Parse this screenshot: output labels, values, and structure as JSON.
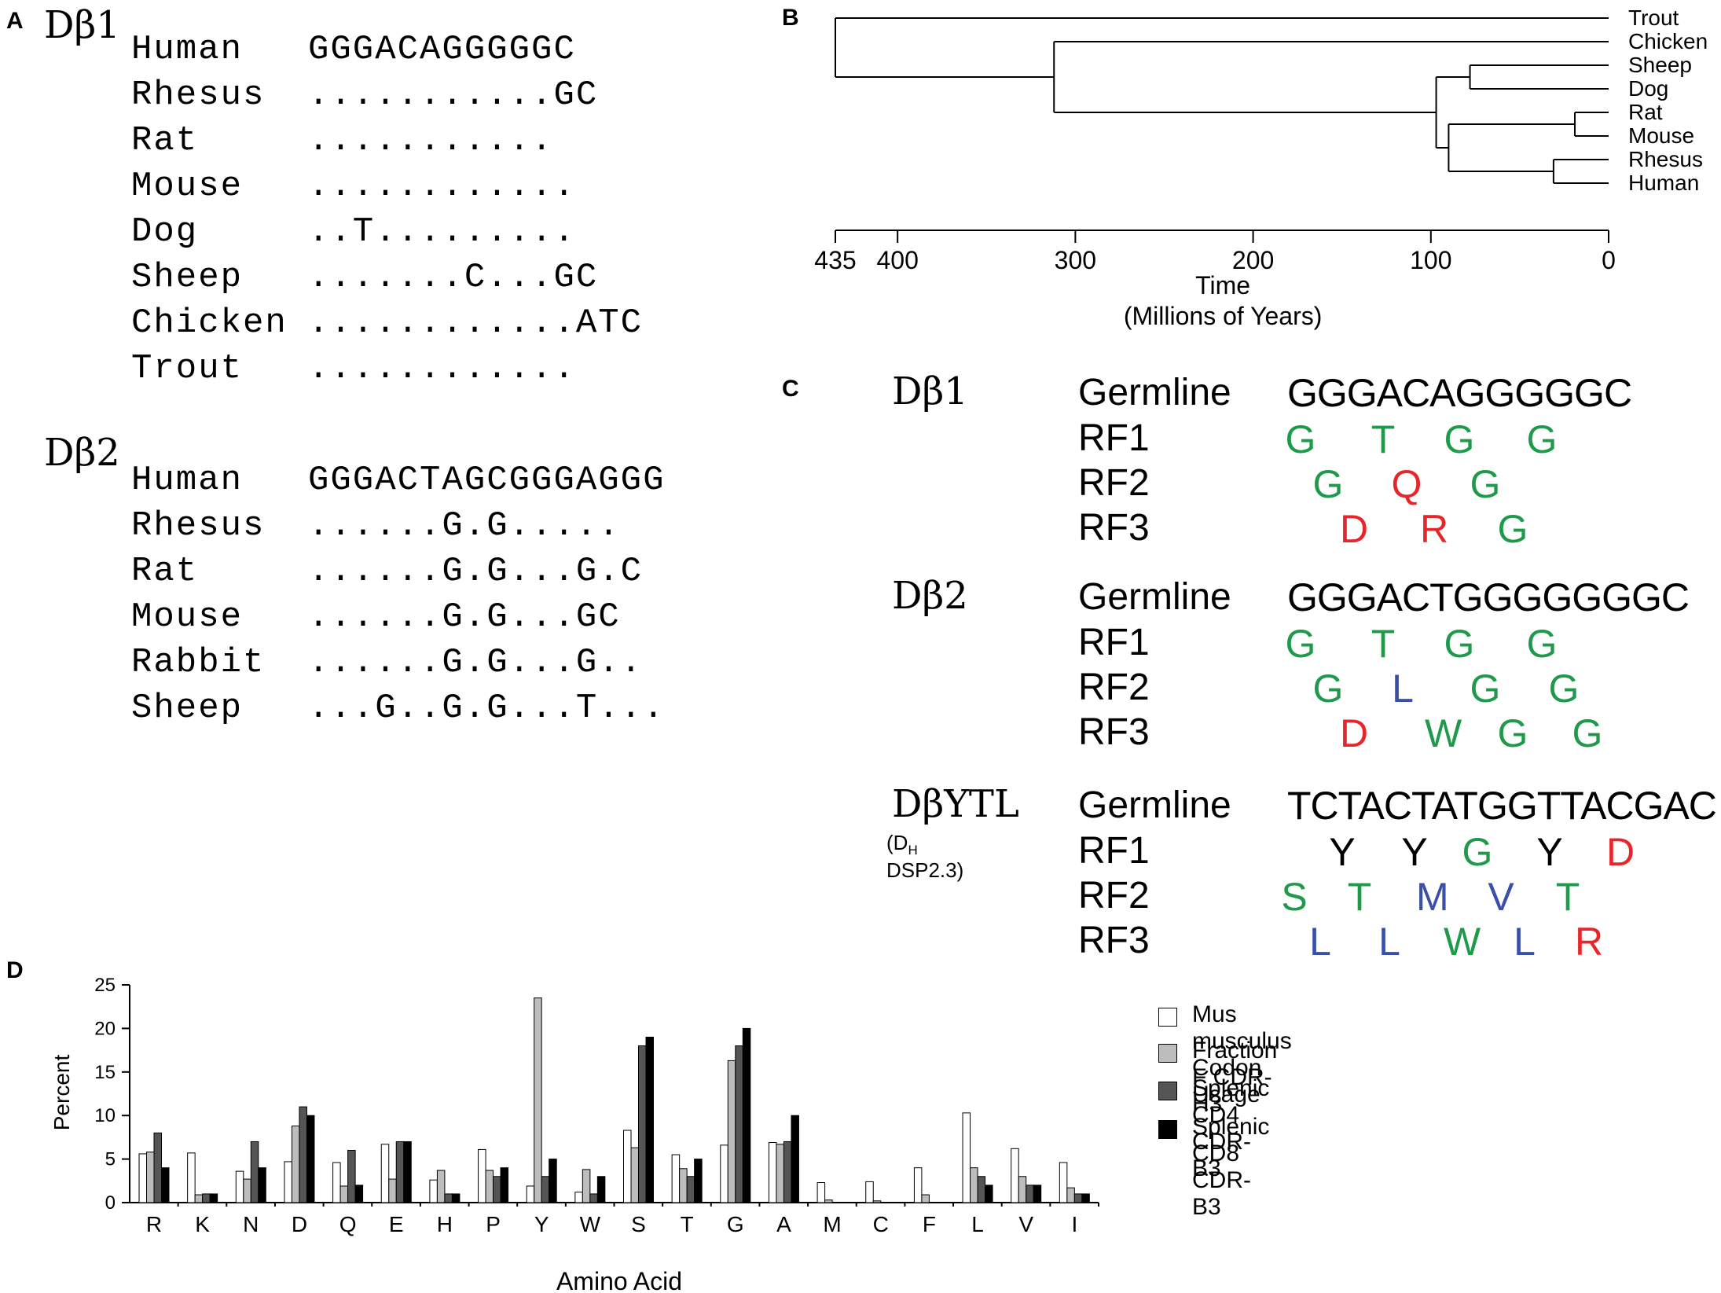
{
  "panel_a": {
    "label": "A",
    "db1": {
      "title": "Dβ1",
      "rows": [
        {
          "species": "Human",
          "seq": "GGGACAGGGGGC"
        },
        {
          "species": "Rhesus",
          "seq": "...........GC"
        },
        {
          "species": "Rat",
          "seq": "..........."
        },
        {
          "species": "Mouse",
          "seq": "............"
        },
        {
          "species": "Dog",
          "seq": "..T........."
        },
        {
          "species": "Sheep",
          "seq": ".......C...GC"
        },
        {
          "species": "Chicken",
          "seq": "............ATC"
        },
        {
          "species": "Trout",
          "seq": "............"
        }
      ]
    },
    "db2": {
      "title": "Dβ2",
      "rows": [
        {
          "species": "Human",
          "seq": "GGGACTAGCGGGAGGG"
        },
        {
          "species": "Rhesus",
          "seq": "......G.G....."
        },
        {
          "species": "Rat",
          "seq": "......G.G...G.C"
        },
        {
          "species": "Mouse",
          "seq": "......G.G...GC"
        },
        {
          "species": "Rabbit",
          "seq": "......G.G...G.."
        },
        {
          "species": "Sheep",
          "seq": "...G..G.G...T..."
        }
      ]
    }
  },
  "panel_b": {
    "label": "B",
    "taxa": [
      "Trout",
      "Chicken",
      "Sheep",
      "Dog",
      "Rat",
      "Mouse",
      "Rhesus",
      "Human"
    ],
    "axis_ticks": [
      "435",
      "400",
      "300",
      "200",
      "100",
      "0"
    ],
    "axis_title": "Time",
    "axis_subtitle": "(Millions of Years)",
    "divergence_mya": {
      "root": 435,
      "chicken_mammals": 312,
      "mammals": 97,
      "sheep_dog": 78,
      "rodents_primates": 90,
      "rat_mouse": 19,
      "rhesus_human": 31
    }
  },
  "panel_c": {
    "label": "C",
    "groups": [
      {
        "name": "Dβ1",
        "subname": "",
        "germline_label": "Germline",
        "germline": "GGGACAGGGGGC",
        "frames": [
          {
            "label": "RF1",
            "aas": [
              {
                "aa": "G",
                "c": "green"
              },
              {
                "aa": "T",
                "c": "green"
              },
              {
                "aa": "G",
                "c": "green"
              },
              {
                "aa": "G",
                "c": "green"
              }
            ]
          },
          {
            "label": "RF2",
            "aas": [
              {
                "aa": "G",
                "c": "green"
              },
              {
                "aa": "Q",
                "c": "red"
              },
              {
                "aa": "G",
                "c": "green"
              }
            ]
          },
          {
            "label": "RF3",
            "aas": [
              {
                "aa": "D",
                "c": "red"
              },
              {
                "aa": "R",
                "c": "red"
              },
              {
                "aa": "G",
                "c": "green"
              }
            ]
          }
        ]
      },
      {
        "name": "Dβ2",
        "subname": "",
        "germline_label": "Germline",
        "germline": "GGGACTGGGGGGGC",
        "frames": [
          {
            "label": "RF1",
            "aas": [
              {
                "aa": "G",
                "c": "green"
              },
              {
                "aa": "T",
                "c": "green"
              },
              {
                "aa": "G",
                "c": "green"
              },
              {
                "aa": "G",
                "c": "green"
              }
            ]
          },
          {
            "label": "RF2",
            "aas": [
              {
                "aa": "G",
                "c": "green"
              },
              {
                "aa": "L",
                "c": "blue"
              },
              {
                "aa": "G",
                "c": "green"
              },
              {
                "aa": "G",
                "c": "green"
              }
            ]
          },
          {
            "label": "RF3",
            "aas": [
              {
                "aa": "D",
                "c": "red"
              },
              {
                "aa": "W",
                "c": "green"
              },
              {
                "aa": "G",
                "c": "green"
              },
              {
                "aa": "G",
                "c": "green"
              }
            ]
          }
        ]
      },
      {
        "name": "DβYTL",
        "subname_main": "(D",
        "subname_sub": "H",
        "subname_rest": " DSP2.3)",
        "germline_label": "Germline",
        "germline": "TCTACTATGGTTACGAC",
        "frames": [
          {
            "label": "RF1",
            "aas": [
              {
                "aa": "Y",
                "c": "black"
              },
              {
                "aa": "Y",
                "c": "black"
              },
              {
                "aa": "G",
                "c": "green"
              },
              {
                "aa": "Y",
                "c": "black"
              },
              {
                "aa": "D",
                "c": "red"
              }
            ]
          },
          {
            "label": "RF2",
            "aas": [
              {
                "aa": "S",
                "c": "green"
              },
              {
                "aa": "T",
                "c": "green"
              },
              {
                "aa": "M",
                "c": "blue"
              },
              {
                "aa": "V",
                "c": "blue"
              },
              {
                "aa": "T",
                "c": "green"
              }
            ]
          },
          {
            "label": "RF3",
            "aas": [
              {
                "aa": "L",
                "c": "blue"
              },
              {
                "aa": "L",
                "c": "blue"
              },
              {
                "aa": "W",
                "c": "green"
              },
              {
                "aa": "L",
                "c": "blue"
              },
              {
                "aa": "R",
                "c": "red"
              }
            ]
          }
        ]
      }
    ],
    "colors": {
      "green": "#1e9a4a",
      "red": "#e8262a",
      "blue": "#3a4fa8",
      "black": "#000000"
    }
  },
  "panel_d": {
    "label": "D",
    "chart_data": {
      "type": "bar",
      "title": "",
      "xlabel": "Amino Acid",
      "ylabel": "Percent",
      "ylim": [
        0,
        25
      ],
      "yticks": [
        "0",
        "5",
        "10",
        "15",
        "20",
        "25"
      ],
      "categories": [
        "R",
        "K",
        "N",
        "D",
        "Q",
        "E",
        "H",
        "P",
        "Y",
        "W",
        "S",
        "T",
        "G",
        "A",
        "M",
        "C",
        "F",
        "L",
        "V",
        "I"
      ],
      "series": [
        {
          "name": "Mus musculus Codon Usage",
          "color": "#ffffff",
          "values": [
            5.6,
            5.7,
            3.6,
            4.7,
            4.6,
            6.7,
            2.6,
            6.1,
            1.9,
            1.2,
            8.3,
            5.5,
            6.6,
            6.9,
            2.3,
            2.4,
            4.0,
            10.3,
            6.2,
            4.6
          ]
        },
        {
          "name": "Fraction F CDR-H3",
          "color": "#bdbdbd",
          "values": [
            5.8,
            0.9,
            2.7,
            8.8,
            1.9,
            2.7,
            3.7,
            3.7,
            23.5,
            3.8,
            6.3,
            3.9,
            16.3,
            6.7,
            0.3,
            0.2,
            0.9,
            4.0,
            3.0,
            1.7
          ]
        },
        {
          "name": "Splenic CD4 CDR-B3",
          "color": "#555555",
          "values": [
            8.0,
            1.0,
            7.0,
            11.0,
            6.0,
            7.0,
            1.0,
            3.0,
            3.0,
            1.0,
            18.0,
            3.0,
            18.0,
            7.0,
            0,
            0,
            0,
            3.0,
            2.0,
            1.0
          ]
        },
        {
          "name": "Splenic CD8 CDR-B3",
          "color": "#000000",
          "values": [
            4.0,
            1.0,
            4.0,
            10.0,
            2.0,
            7.0,
            1.0,
            4.0,
            5.0,
            3.0,
            19.0,
            5.0,
            20.0,
            10.0,
            0,
            0,
            0,
            2.0,
            2.0,
            1.0
          ]
        }
      ],
      "legend": "right"
    }
  }
}
